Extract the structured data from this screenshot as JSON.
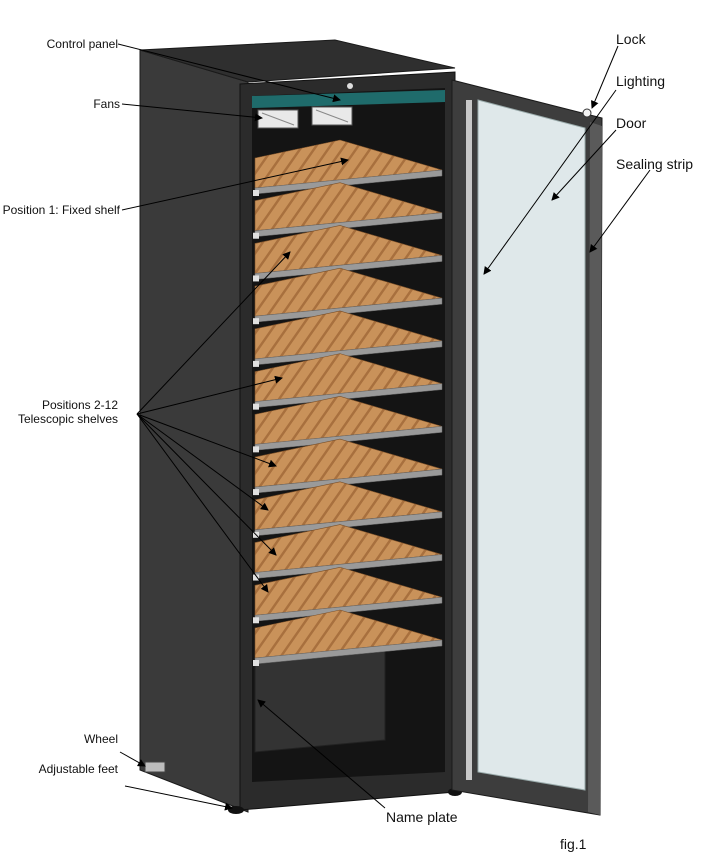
{
  "figure": {
    "caption": "fig.1",
    "labels": {
      "control_panel": "Control panel",
      "fans": "Fans",
      "position_1": "Position 1: Fixed shelf",
      "positions_2_12_line1": "Positions 2-12",
      "positions_2_12_line2": "Telescopic shelves",
      "wheel": "Wheel",
      "adjustable_feet": "Adjustable feet",
      "name_plate": "Name plate",
      "lock": "Lock",
      "lighting": "Lighting",
      "door": "Door",
      "sealing_strip": "Sealing strip"
    }
  },
  "appliance": {
    "shelf_count": 12,
    "fixed_shelf_count": 1,
    "telescopic_shelf_count": 11,
    "fan_count": 2,
    "colors": {
      "cabinet": "#3a3a3a",
      "cabinet_dark": "#222222",
      "interior": "#141414",
      "wood": "#c9925a",
      "wood_slat": "#a8703e",
      "shelf_rail": "#9a9a9a",
      "glass": "#dfe8ea",
      "control_panel": "#1f6b6b"
    }
  }
}
